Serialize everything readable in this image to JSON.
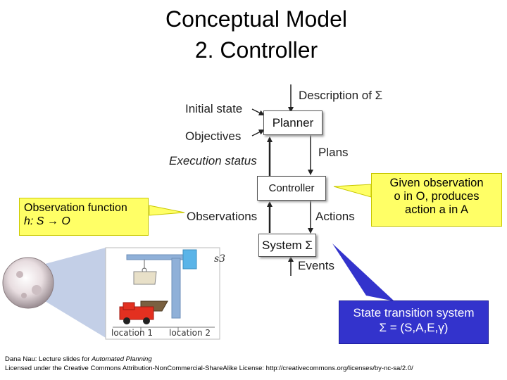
{
  "title_line1": "Conceptual Model",
  "title_line2": "2. Controller",
  "labels": {
    "description": "Description of Σ",
    "initial_state": "Initial state",
    "objectives": "Objectives",
    "execution_status": "Execution status",
    "plans": "Plans",
    "observations": "Observations",
    "actions": "Actions",
    "events": "Events"
  },
  "boxes": {
    "planner": "Planner",
    "controller": "Controller",
    "system": "System Σ"
  },
  "callouts": {
    "observation_line1": "Observation function",
    "observation_line2": "h: S → O",
    "given_line1": "Given observation",
    "given_line2": "o in O, produces",
    "given_line3": "action a in A",
    "state_line1": "State transition system",
    "state_line2": "Σ = (S,A,E,γ)"
  },
  "picture": {
    "state_label": "s3",
    "location1": "location 1",
    "location2": "location 2"
  },
  "footer": {
    "line1_prefix": "Dana Nau: Lecture slides for ",
    "line1_italic": "Automated Planning",
    "line2": "Licensed under the Creative Commons Attribution-NonCommercial-ShareAlike License: http://creativecommons.org/licenses/by-nc-sa/2.0/"
  }
}
